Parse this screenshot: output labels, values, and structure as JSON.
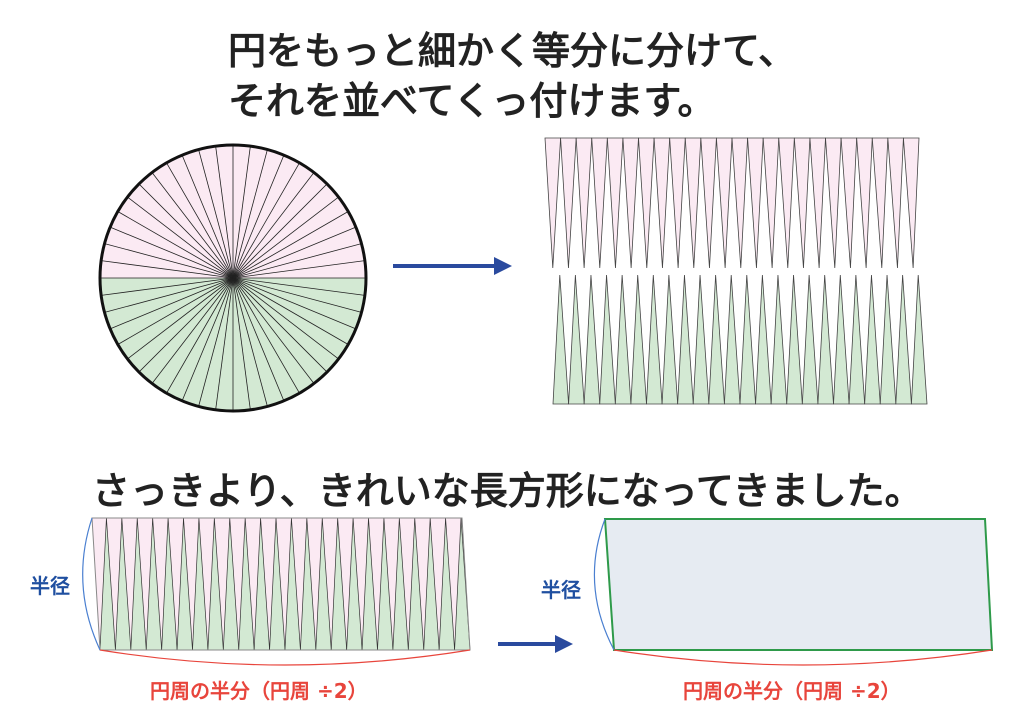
{
  "title": {
    "line1": "円をもっと細かく等分に分けて、",
    "line2": "それを並べてくっ付けます。"
  },
  "subtitle": "さっきより、きれいな長方形になってきました。",
  "labels": {
    "radius_left": "半径",
    "radius_right": "半径",
    "half_circumference_left": "円周の半分（円周 ÷2）",
    "half_circumference_right": "円周の半分（円周 ÷2）"
  },
  "diagram": {
    "slices": 48,
    "triangles_per_row": 24,
    "colors": {
      "top_half": "#fbeaf3",
      "bottom_half": "#d3e9d3",
      "rectangle_fill": "#e6ebf2",
      "rectangle_stroke": "#2e9a4a",
      "arrow": "#2a4a9e",
      "radius_brace": "#4a7fd0",
      "circumference_brace": "#e8453c",
      "radius_text": "#1f4fa0",
      "circumference_text": "#e8453c"
    }
  }
}
